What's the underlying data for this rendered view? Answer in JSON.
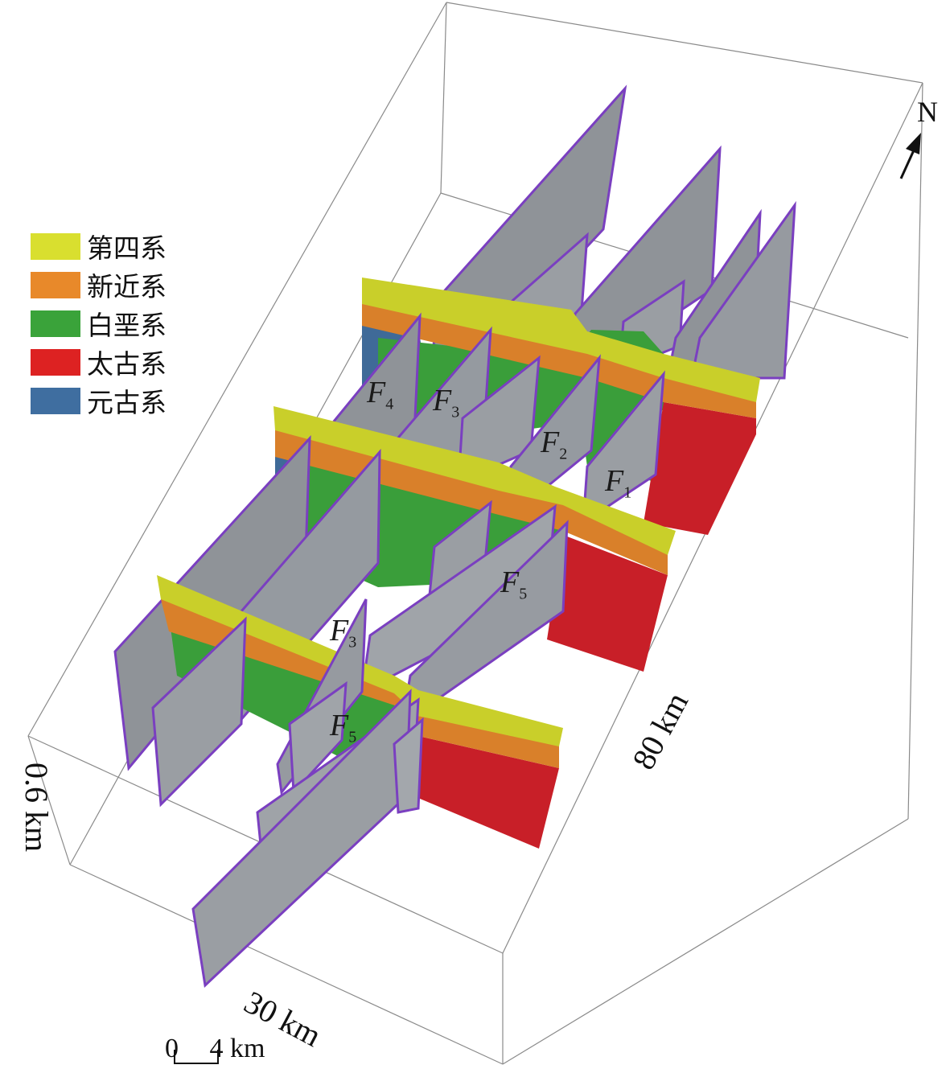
{
  "legend": [
    {
      "label": "第四系",
      "color": "#d9df2f"
    },
    {
      "label": "新近系",
      "color": "#e8892a"
    },
    {
      "label": "白垩系",
      "color": "#3aa33a"
    },
    {
      "label": "太古系",
      "color": "#dd2222"
    },
    {
      "label": "元古系",
      "color": "#3f6ea0"
    }
  ],
  "faults": {
    "f4": {
      "letter": "F",
      "sub": "4"
    },
    "f3_top": {
      "letter": "F",
      "sub": "3"
    },
    "f2": {
      "letter": "F",
      "sub": "2"
    },
    "f1": {
      "letter": "F",
      "sub": "1"
    },
    "f5_mid": {
      "letter": "F",
      "sub": "5"
    },
    "f3_low": {
      "letter": "F",
      "sub": "3"
    },
    "f5_low": {
      "letter": "F",
      "sub": "5"
    }
  },
  "dimensions": {
    "depth": "0.6 km",
    "width": "30 km",
    "length": "80 km"
  },
  "north_label": "N",
  "scale_bar": {
    "start": "0",
    "end": "4 km"
  },
  "colors": {
    "fault_plane": "#8c9096",
    "fault_edge": "#7a3fc0",
    "quaternary": "#c9cf2a",
    "neogene": "#d9802a",
    "cretaceous": "#3a9e3a",
    "archean": "#c81f28",
    "proterozoic": "#3f6a98"
  }
}
